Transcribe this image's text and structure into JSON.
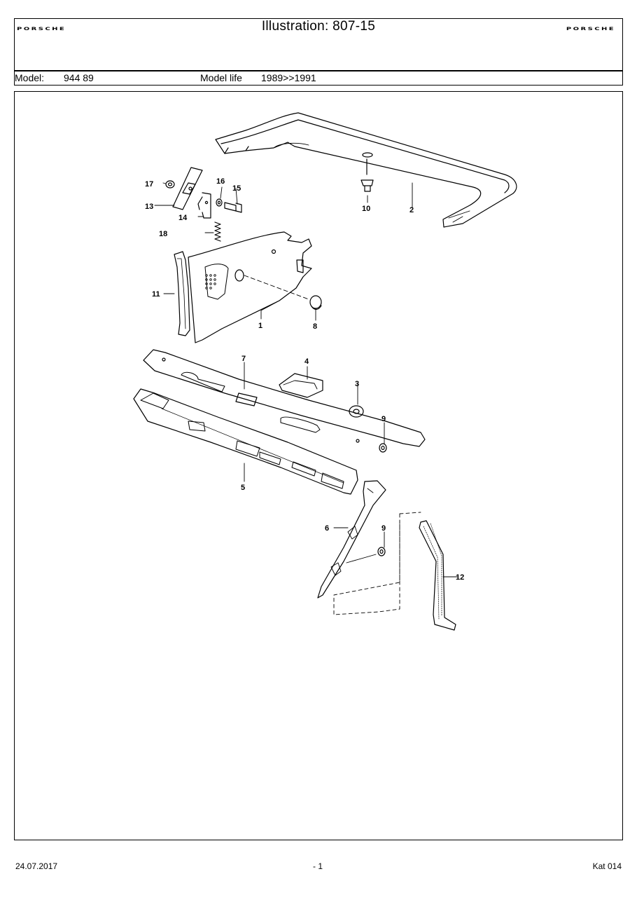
{
  "header": {
    "logo_left": "PORSCHE",
    "title": "Illustration: 807-15",
    "logo_right": "PORSCHE",
    "model_label": "Model:",
    "model_value": "944 89",
    "model_life_label": "Model life",
    "model_life_value": "1989>>1991"
  },
  "diagram": {
    "callouts": [
      "17",
      "13",
      "14",
      "18",
      "16",
      "15",
      "10",
      "2",
      "11",
      "1",
      "8",
      "7",
      "4",
      "3",
      "9",
      "5",
      "6",
      "9",
      "12"
    ]
  },
  "footer": {
    "date": "24.07.2017",
    "page": "- 1",
    "catalog": "Kat 014"
  }
}
